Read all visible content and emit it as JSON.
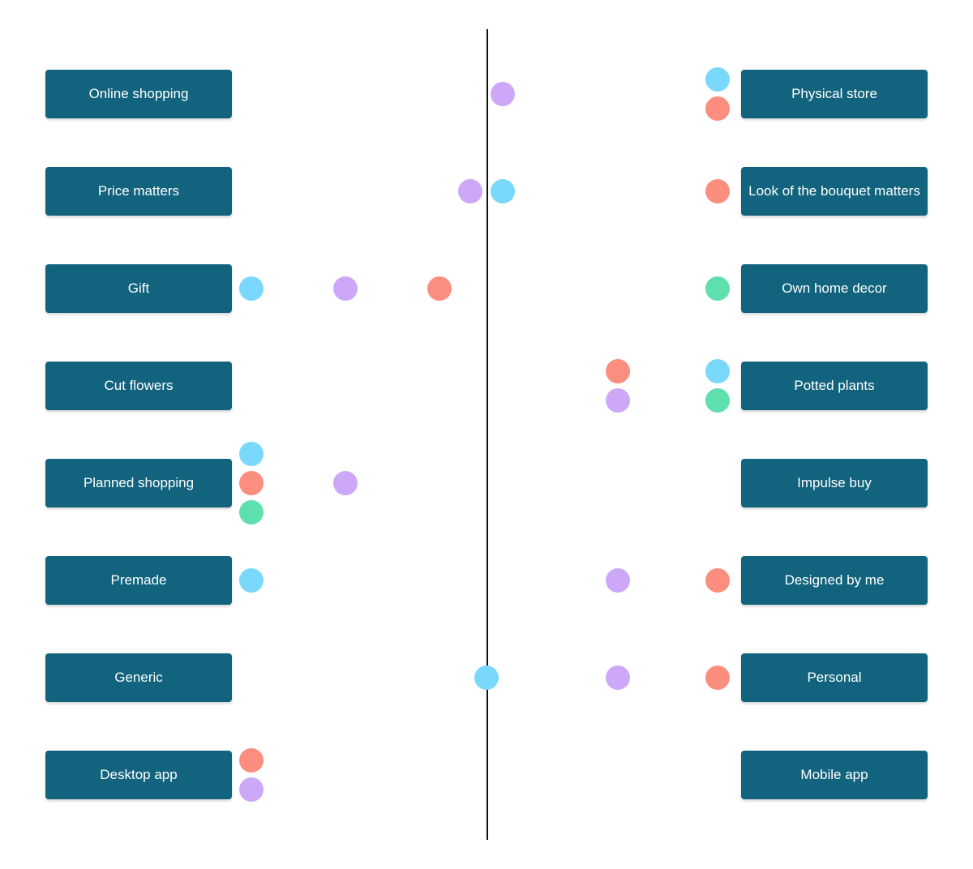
{
  "colors": {
    "label_bg": "#12637d",
    "label_text": "#ffffff",
    "axis": "#111111",
    "dot_blue": "#7ad8fc",
    "dot_purple": "#cda8f9",
    "dot_red": "#fb8e7e",
    "dot_green": "#5de0ad"
  },
  "scale": {
    "min": -1,
    "max": 1,
    "center": 0
  },
  "rows": [
    {
      "left": "Online shopping",
      "right": "Physical store",
      "dots": [
        {
          "color": "purple",
          "value": 0.07
        },
        {
          "color": "blue",
          "value": 1.0
        },
        {
          "color": "red",
          "value": 1.0
        }
      ]
    },
    {
      "left": "Price matters",
      "right": "Look of the bouquet matters",
      "dots": [
        {
          "color": "purple",
          "value": -0.07
        },
        {
          "color": "blue",
          "value": 0.07
        },
        {
          "color": "red",
          "value": 1.0
        }
      ]
    },
    {
      "left": "Gift",
      "right": "Own home decor",
      "dots": [
        {
          "color": "blue",
          "value": -1.0
        },
        {
          "color": "purple",
          "value": -0.6
        },
        {
          "color": "red",
          "value": -0.2
        },
        {
          "color": "green",
          "value": 1.0
        }
      ]
    },
    {
      "left": "Cut flowers",
      "right": "Potted plants",
      "dots": [
        {
          "color": "red",
          "value": 0.57
        },
        {
          "color": "purple",
          "value": 0.57
        },
        {
          "color": "blue",
          "value": 1.0
        },
        {
          "color": "green",
          "value": 1.0
        }
      ]
    },
    {
      "left": "Planned shopping",
      "right": "Impulse buy",
      "dots": [
        {
          "color": "blue",
          "value": -1.0
        },
        {
          "color": "red",
          "value": -1.0
        },
        {
          "color": "green",
          "value": -1.0
        },
        {
          "color": "purple",
          "value": -0.6
        }
      ]
    },
    {
      "left": "Premade",
      "right": "Designed by me",
      "dots": [
        {
          "color": "blue",
          "value": -1.0
        },
        {
          "color": "purple",
          "value": 0.57
        },
        {
          "color": "red",
          "value": 1.0
        }
      ]
    },
    {
      "left": "Generic",
      "right": "Personal",
      "dots": [
        {
          "color": "blue",
          "value": 0.0
        },
        {
          "color": "purple",
          "value": 0.57
        },
        {
          "color": "red",
          "value": 1.0
        }
      ]
    },
    {
      "left": "Desktop app",
      "right": "Mobile app",
      "dots": [
        {
          "color": "red",
          "value": -1.0
        },
        {
          "color": "purple",
          "value": -1.0
        }
      ]
    }
  ]
}
